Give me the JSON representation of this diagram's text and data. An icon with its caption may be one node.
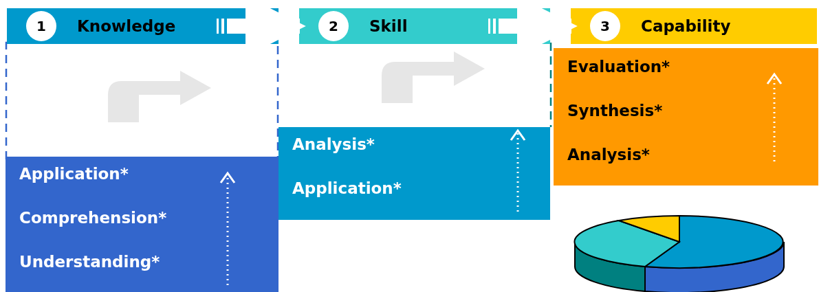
{
  "diagram": {
    "nodes": [
      {
        "text": [
          "1",
          "Knowledge"
        ]
      },
      {
        "text": [
          "2",
          "Skill"
        ]
      },
      {
        "text": [
          "3",
          "Capability"
        ]
      },
      {
        "text": [
          "Application*",
          "Comprehension*",
          "Understanding*"
        ]
      },
      {
        "text": [
          "Analysis*",
          "Application*"
        ]
      },
      {
        "text": [
          "Evaluation*",
          "Synthesis*",
          "Analysis*"
        ]
      }
    ],
    "edges": [
      {
        "from": 0,
        "to": 1,
        "arrow": "to"
      },
      {
        "from": 1,
        "to": 2,
        "arrow": "to"
      }
    ]
  }
}
